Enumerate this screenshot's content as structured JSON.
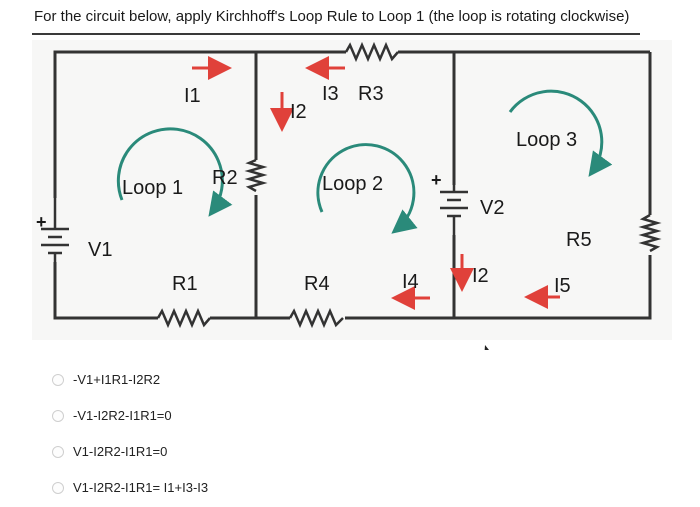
{
  "question": "For the circuit below, apply Kirchhoff's Loop Rule to Loop 1 (the loop is rotating clockwise)",
  "circuit": {
    "labels": {
      "I1": "I1",
      "I2_left": "I2",
      "I3": "I3",
      "R3": "R3",
      "R2": "R2",
      "loop1": "Loop 1",
      "loop2": "Loop 2",
      "loop3": "Loop 3",
      "V1": "V1",
      "V2": "V2",
      "R1": "R1",
      "R4": "R4",
      "I4": "I4",
      "I2_right": "I2",
      "R5": "R5",
      "I5": "I5",
      "plus_v1": "+",
      "plus_v2": "+"
    },
    "colors": {
      "wire": "#333333",
      "current_arrow": "#e0413a",
      "loop_arrow": "#2a8a7a",
      "background": "#f7f7f6"
    }
  },
  "options": [
    "-V1+I1R1-I2R2",
    "-V1-I2R2-I1R1=0",
    "V1-I2R2-I1R1=0",
    "V1-I2R2-I1R1= I1+I3-I3"
  ]
}
